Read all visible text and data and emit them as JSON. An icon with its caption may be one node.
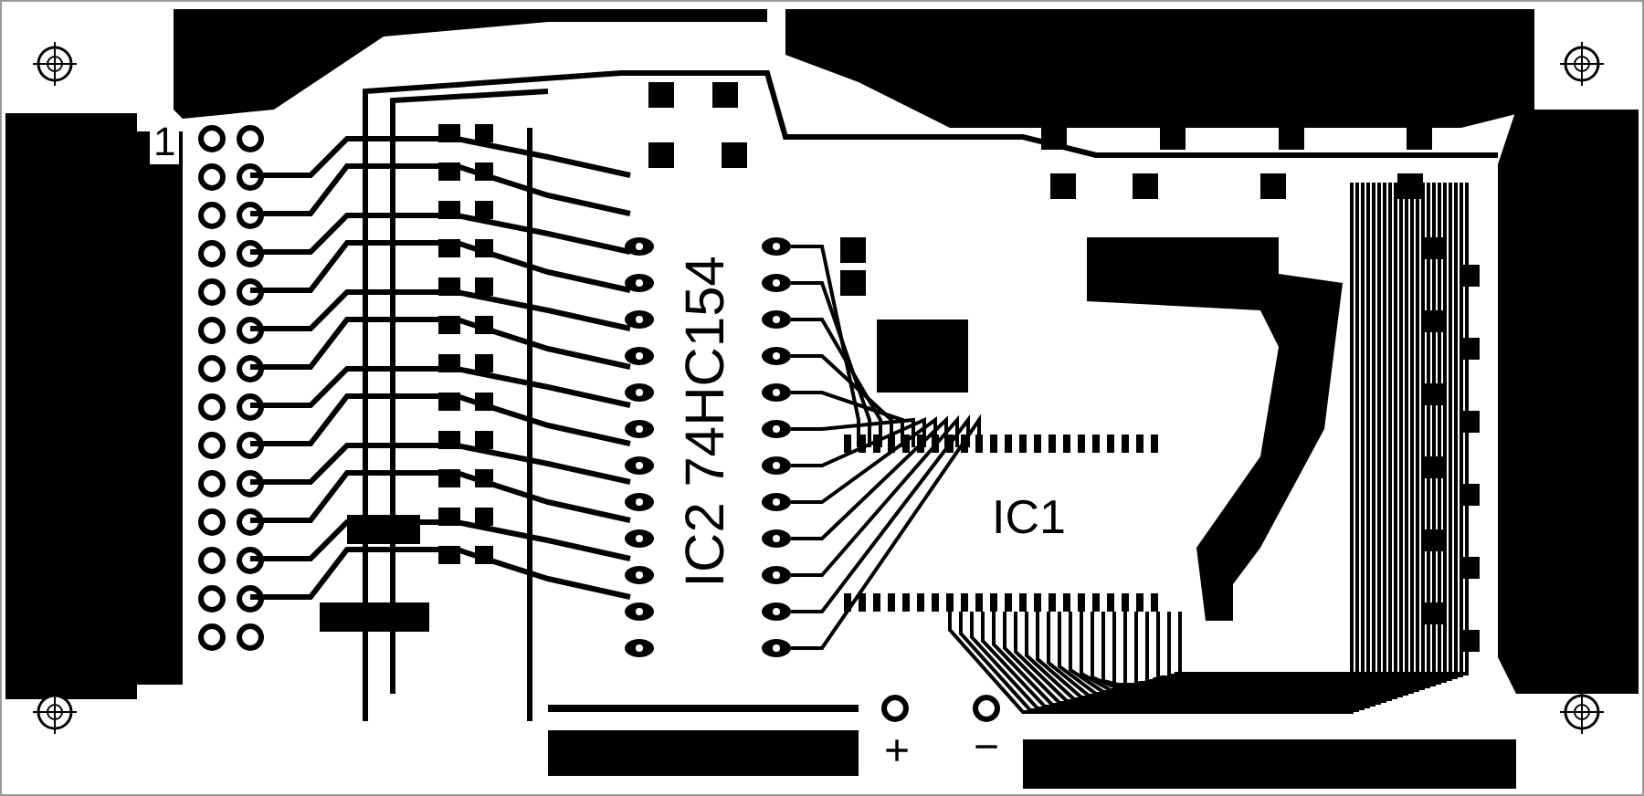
{
  "diagram": {
    "labels": [
      "1",
      "IC2 74HC154",
      "IC1",
      "+",
      "−"
    ]
  }
}
